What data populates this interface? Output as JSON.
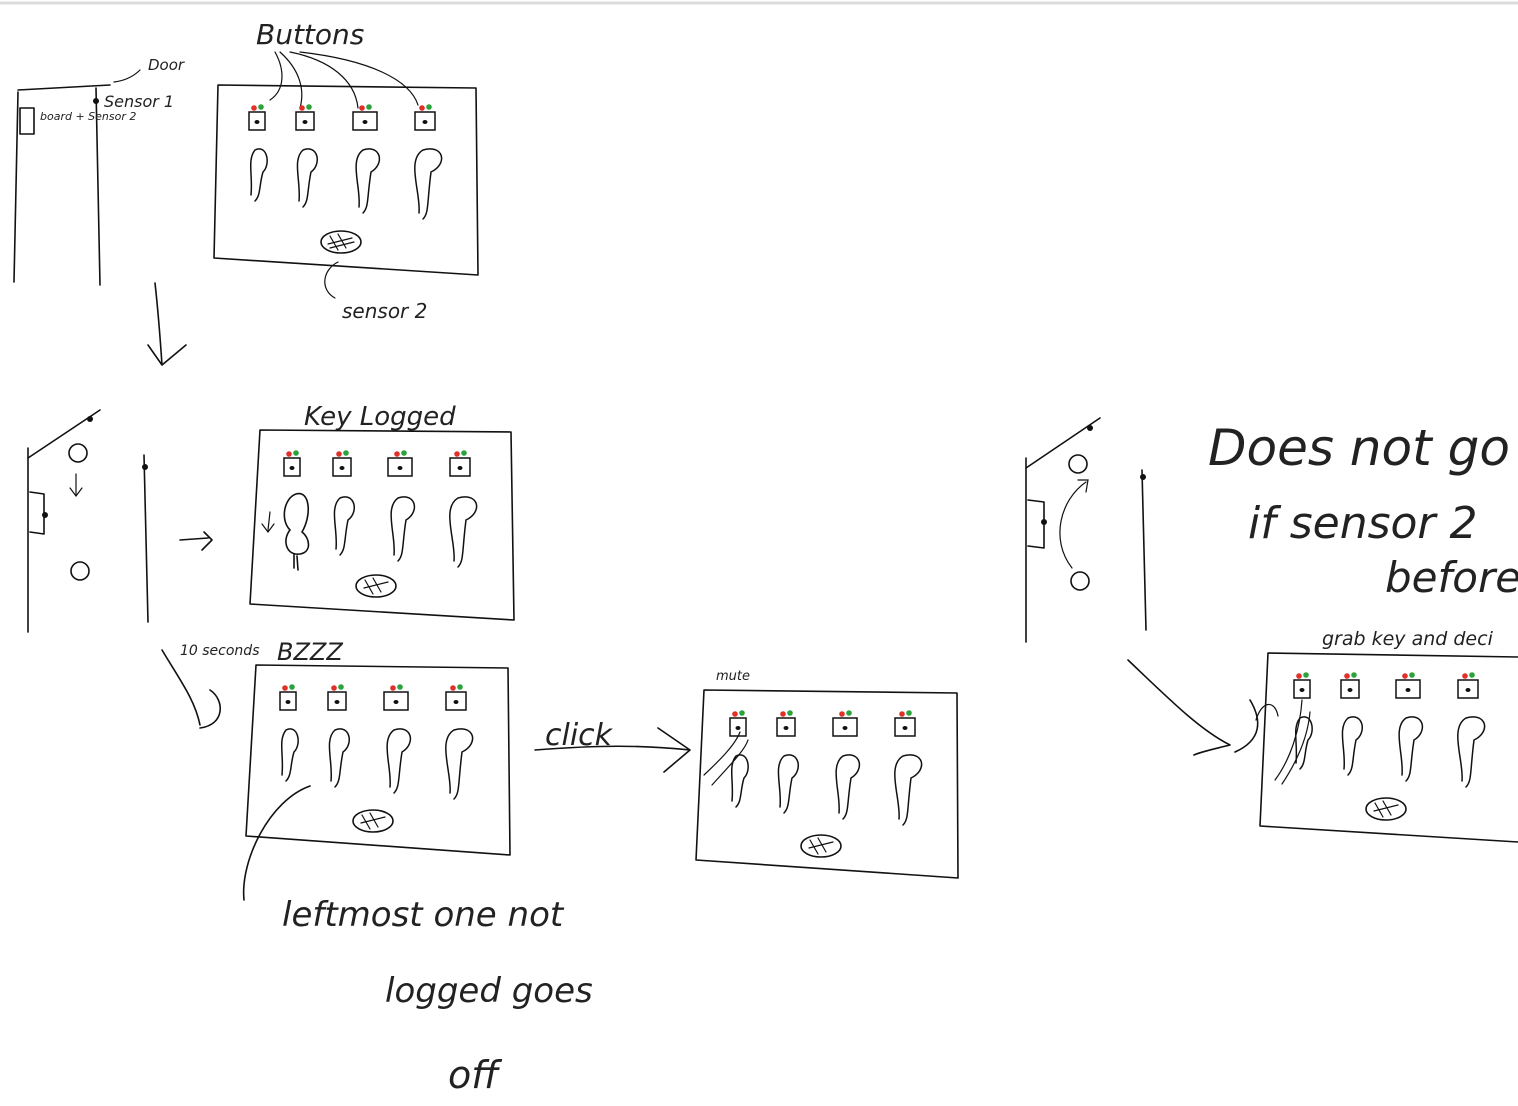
{
  "labels": {
    "buttons": "Buttons",
    "door": "Door",
    "sensor1": "Sensor 1",
    "board_sensor2": "board + Sensor 2",
    "sensor2": "sensor 2",
    "key_logged": "Key Logged",
    "ten_seconds": "10 seconds",
    "bzzz": "BZZZ",
    "click": "click",
    "mute": "mute",
    "leftmost_line1": "leftmost one not",
    "leftmost_line2": "logged goes",
    "leftmost_line3": "off",
    "does_not_line1": "Does not go",
    "does_not_line2": "if sensor 2",
    "does_not_line3": "before",
    "grab_key": "grab key and deci"
  },
  "colors": {
    "ink": "#111111",
    "led_red": "#e0302a",
    "led_green": "#2aa33a"
  }
}
